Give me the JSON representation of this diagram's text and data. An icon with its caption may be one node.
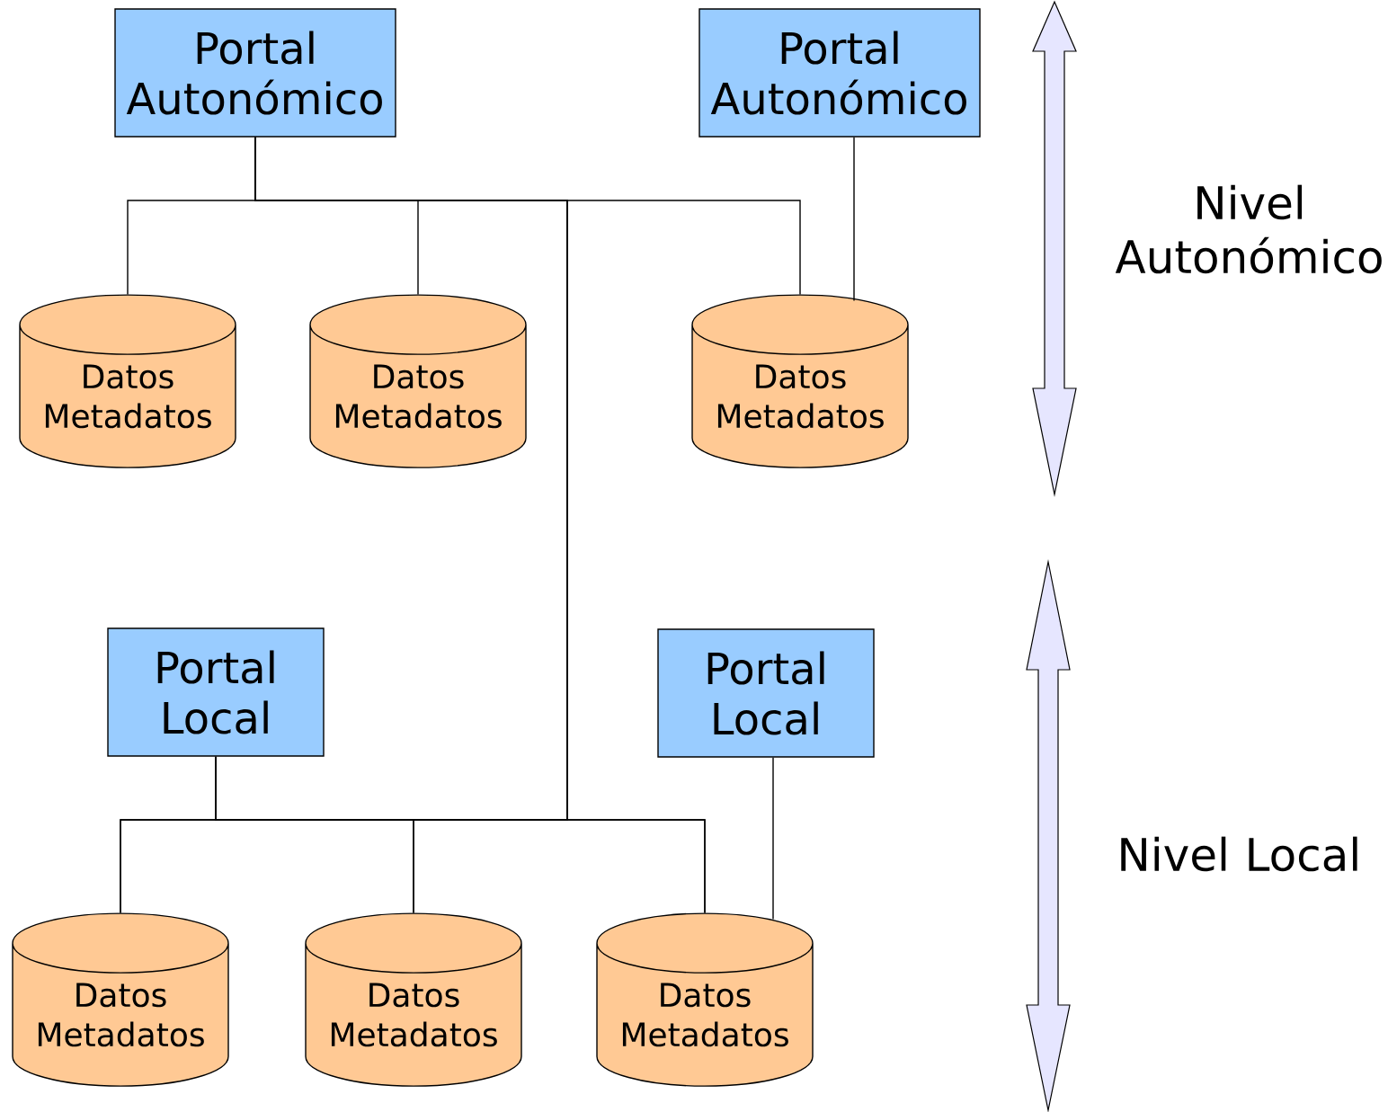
{
  "diagram": {
    "nodes": [
      {
        "text": [
          "Portal Autonómico"
        ]
      },
      {
        "text": [
          "Portal Autonómico"
        ]
      },
      {
        "text": [
          "Datos Metadatos"
        ]
      },
      {
        "text": [
          "Datos Metadatos"
        ]
      },
      {
        "text": [
          "Datos Metadatos"
        ]
      },
      {
        "text": [
          "Portal Local"
        ]
      },
      {
        "text": [
          "Portal Local"
        ]
      },
      {
        "text": [
          "Datos Metadatos"
        ]
      },
      {
        "text": [
          "Datos Metadatos"
        ]
      },
      {
        "text": [
          "Datos Metadatos"
        ]
      }
    ],
    "edges": [
      {
        "from": 0,
        "to": 2,
        "arrow": "none"
      },
      {
        "from": 0,
        "to": 3,
        "arrow": "none"
      },
      {
        "from": 0,
        "to": 4,
        "arrow": "none"
      },
      {
        "from": 0,
        "to": 7,
        "arrow": "none"
      },
      {
        "from": 0,
        "to": 8,
        "arrow": "none"
      },
      {
        "from": 0,
        "to": 9,
        "arrow": "none"
      },
      {
        "from": 1,
        "to": 4,
        "arrow": "none"
      },
      {
        "from": 5,
        "to": 7,
        "arrow": "none"
      },
      {
        "from": 5,
        "to": 8,
        "arrow": "none"
      },
      {
        "from": 5,
        "to": 9,
        "arrow": "none"
      },
      {
        "from": 6,
        "to": 9,
        "arrow": "none"
      }
    ],
    "labels": [
      "Nivel Autonómico",
      "Nivel Local"
    ]
  }
}
